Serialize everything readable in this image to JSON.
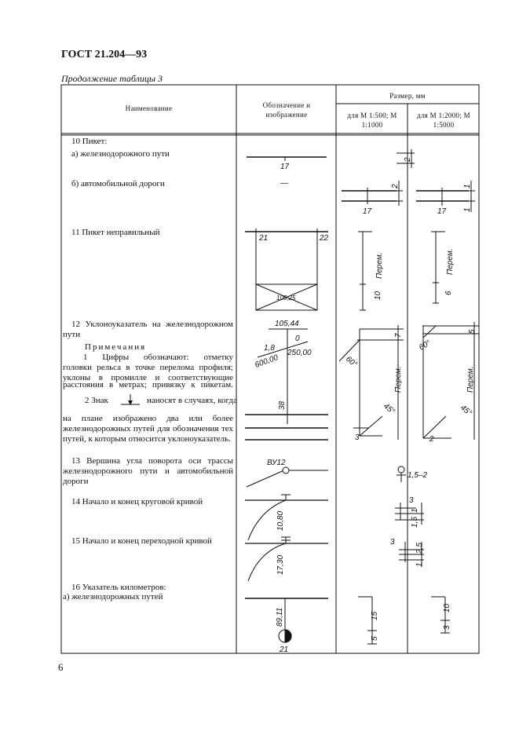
{
  "document": {
    "header": "ГОСТ 21.204—93",
    "continuation": "Продолжение таблицы 3",
    "page_number": "6"
  },
  "table": {
    "col_name": "Наименование",
    "col_symbol": "Обозначение и изображение",
    "col_size": "Размер, мм",
    "col_scale1": "для М 1:500; М 1:1000",
    "col_scale2": "для М 1:2000; М 1:5000"
  },
  "rows": {
    "r10": "10  Пикет:",
    "r10a": "а)  железнодорожного пути",
    "r10b": "б)  автомобильной дороги",
    "r11": "11  Пикет неправильный",
    "r12_l1": "12  Уклоноуказатель на железнодорожном",
    "r12_l2": "пути",
    "r12_notes": "Примечания",
    "r12_n1_l1": "1  Цифры    обозначают:    отметку",
    "r12_n1_l2": "головки рельса в точке перелома профиля;",
    "r12_n1_l3": "уклоны  в  промилле  и  соответствующие",
    "r12_n1_l4": "расстояния в метрах; привязку к пикетам.",
    "r12_n2_a": "2  Знак",
    "r12_n2_b": "наносят в случаях, когда",
    "r12_n2_l2": "на   плане   изображено   два   или   более",
    "r12_n2_l3": "железнодорожных путей для обозначения тех",
    "r12_n2_l4": "путей, к которым относится уклоноуказатель.",
    "r13_l1": "13  Вершина угла поворота оси трассы",
    "r13_l2": "железнодорожного пути и автомобильной",
    "r13_l3": "дороги",
    "r14": "14  Начало и конец круговой кривой",
    "r15": "15  Начало и конец переходной кривой",
    "r16": "16  Указатель километров:",
    "r16a": "а)  железнодорожных путей"
  },
  "symbols": {
    "picket_rail": "17",
    "picket_road_dash": "—",
    "wrong_left": "21",
    "wrong_right": "22",
    "wrong_box": "105,25",
    "grade_top": "105,44",
    "grade_l1": "1,8",
    "grade_l2": "600,00",
    "grade_r1": "0",
    "grade_r2": "250,00",
    "grade_picket": "38",
    "vertex": "ВУ12",
    "curve_circ": "10,80",
    "curve_trans": "17,30",
    "km_value": "89,11",
    "km_picket": "21"
  },
  "dims": {
    "s1_2": "2",
    "s2_2": "2",
    "s2_17": "17",
    "s3_1": "1",
    "s3_1b": "1",
    "s3_17": "17",
    "perem": "Перем.",
    "s11a_10": "10",
    "s11b_6": "6",
    "s12a_7": "7",
    "s12a_60": "60°",
    "s12a_45": "45°",
    "s12a_3": "3",
    "s12b_5": "5",
    "s12b_60": "60°",
    "s12b_45": "45°",
    "s12b_2": "2",
    "s13": "1,5–2",
    "s14_3": "3",
    "s14_1": "1",
    "s14_15": "1,5",
    "s15_3": "3",
    "s15_25": "2,5",
    "s15_1": "1",
    "s16a_15": "15",
    "s16a_5": "5",
    "s16b_10": "10",
    "s16b_3": "3"
  }
}
